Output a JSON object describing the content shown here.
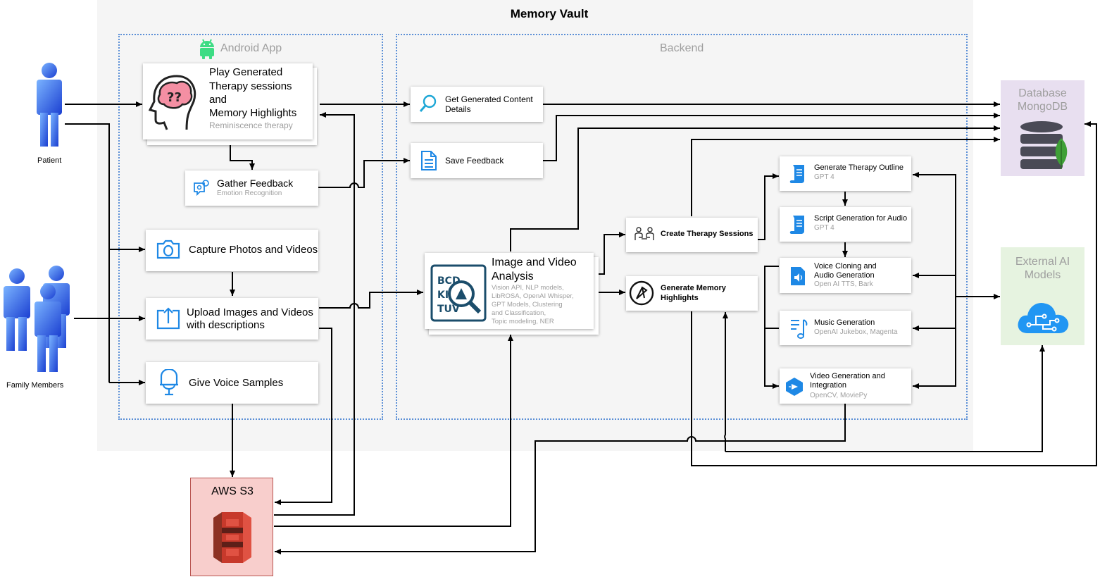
{
  "title": "Memory Vault",
  "actors": {
    "patient": "Patient",
    "family": "Family Members"
  },
  "android": {
    "label": "Android App",
    "play": {
      "line1": "Play Generated",
      "line2": "Therapy sessions",
      "line3": "and",
      "line4": "Memory Highlights",
      "sub": "Reminiscence therapy"
    },
    "feedback": {
      "label": "Gather Feedback",
      "sub": "Emotion Recognition"
    },
    "capture": "Capture Photos and Videos",
    "upload": {
      "line1": "Upload Images and Videos",
      "line2": "with descriptions"
    },
    "voice": "Give Voice Samples"
  },
  "backend": {
    "label": "Backend",
    "get_content": {
      "line1": "Get Generated Content",
      "line2": "Details"
    },
    "save_feedback": "Save Feedback",
    "analysis": {
      "line1": "Image and Video",
      "line2": "Analysis",
      "sub1": "Vision API, NLP models,",
      "sub2": "LibROSA, OpenAI Whisper,",
      "sub3": "GPT Models, Clustering",
      "sub4": "and Classification,",
      "sub5": "Topic modeling, NER"
    },
    "create_sessions": "Create Therapy Sessions",
    "memory_highlights": {
      "line1": "Generate Memory",
      "line2": "Highlights"
    },
    "outline": {
      "label": "Generate Therapy Outline",
      "sub": "GPT 4"
    },
    "script": {
      "label": "Script Generation for Audio",
      "sub": "GPT 4"
    },
    "voice_clone": {
      "line1": "Voice Cloning and",
      "line2": "Audio Generation",
      "sub": "Open AI TTS, Bark"
    },
    "music": {
      "label": "Music Generation",
      "sub": "OpenAI Jukebox, Magenta"
    },
    "video": {
      "line1": "Video Generation and",
      "line2": "Integration",
      "sub": "OpenCV, MoviePy"
    }
  },
  "database": {
    "line1": "Database",
    "line2": "MongoDB"
  },
  "external": {
    "line1": "External AI",
    "line2": "Models"
  },
  "s3": "AWS S3",
  "colors": {
    "group_border": "#5b8fd6",
    "vault_bg": "#f5f5f5",
    "db_bg": "#e8dff0",
    "ext_bg": "#e6f3e0",
    "s3_bg": "#f8cecc",
    "s3_border": "#b85450",
    "icon_blue": "#1e88e5",
    "android_green": "#3ddc84"
  }
}
